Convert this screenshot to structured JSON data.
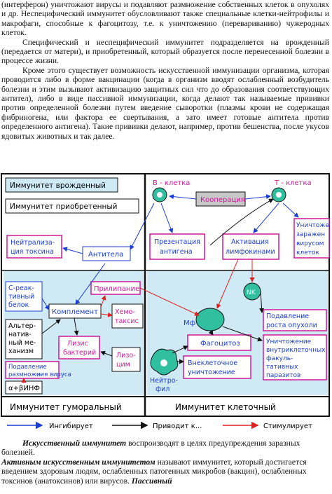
{
  "text_top": {
    "p1": "(интерферон) уничтожают вирусы и подавляют размножение собственных клеток в опухолях и др. Неспецифический иммунитет обусловливают также специальные клетки-нейтрофилы и макрофаги, способные к фагоцитозу, т.е. к уничтожению (перевариванию) чужеродных клеток.",
    "p2": "Специфический и неспецифический иммунитет подразделяется на врожденный (передается от матери), и приобретенный, который образуется после перенесенной болезни в процессе жизни.",
    "p3": "Кроме этого существует возможность искусственной иммунизации организма, которая проводится либо в форме вакцинации (когда в организм вводят ослабленный возбудитель болезни и этим вызывают активизацию защитных сил что до образования соответствующих антител), либо в виде пассивной иммунизации, когда делают так называемые прививки против определенной болезни путем введение сыворотки (плазмы крови не содержащая фибриногена, или фактора ее свертывания, а зато имеет готовые антитела против определенного антигена). Такие прививки делают, например, против бешенства, после укусов ядовитых животных и так далее."
  },
  "diagram": {
    "legend_innate": "Иммунитет врожденный",
    "legend_acquired": "Иммунитет приобретенный",
    "b_cell": "В - клетка",
    "t_cell": "Т - клетка",
    "cooperation": "Кооперация",
    "neutralization": [
      "Нейтрализа-",
      "ция токсина"
    ],
    "antibodies": "Антитела",
    "antigen_presentation": [
      "Презентация",
      "антигена"
    ],
    "lymphokine_activation": [
      "Активация",
      "лимфокинами"
    ],
    "killer_partial": [
      "Уничтоже",
      "заражен",
      "вирусом",
      "клеток"
    ],
    "c_reactive": [
      "С-реак-",
      "тивный",
      "белок"
    ],
    "adhesion": "Прилипание",
    "complement": "Комплемент",
    "chemotaxis": [
      "Хемо-",
      "таксис"
    ],
    "nk": "NK",
    "macrophage": "Мф",
    "alternative": [
      "Альтер-",
      "натив-",
      "ный ме-",
      "ханизм"
    ],
    "lysis": [
      "Лизис",
      "бактерий"
    ],
    "lysozyme": [
      "Лизо-",
      "цим"
    ],
    "tumor_suppression": [
      "Подавление",
      "роста опухоли"
    ],
    "phagocytosis": "Фагоцитоз",
    "intracellular_destruction": [
      "Уничтожение",
      "внутриклеточных",
      "факуль-",
      "тативных",
      "паразитов"
    ],
    "virus_suppression": [
      "Подавление",
      "размноже-",
      "ния вируса"
    ],
    "extracellular_destruction": [
      "Внеклеточное",
      "уничтожение"
    ],
    "neutrophil": [
      "Нейтро-",
      "фил"
    ],
    "interferon": "α+βИНФ",
    "humoral": "Иммунитет гуморальный",
    "cellular": "Иммунитет клеточный",
    "legend_inhibits": "Ингибирует",
    "legend_leads": "Приводит к...",
    "legend_stimulates": "Стимулирует",
    "colors": {
      "innate_bg": "#cfeaf4",
      "acquired_bg": "#ffffff",
      "border": "#111111",
      "magenta": "#d0189a",
      "blue": "#1a3cd8",
      "red": "#e02020"
    }
  },
  "text_bottom": {
    "p1_italic": "Искусственный иммунитет",
    "p1_rest": " воспроизводят в целях предупреждения заразных болезней.",
    "p2_italic": "Активным искусственным иммунитетом",
    "p2_rest": " называют иммунитет, который достигается введением здоровым людям, ослабленных патогенных микробов (вакцин), ослабленных токсинов (анатоксинов) или вирусов. ",
    "p2_tail": "Пассивный"
  }
}
